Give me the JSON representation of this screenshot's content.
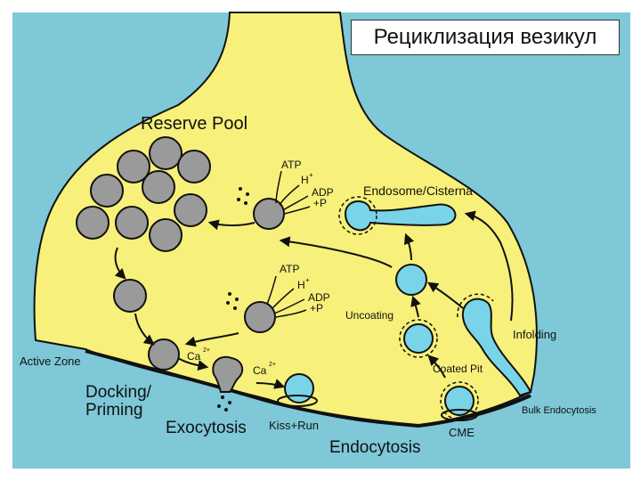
{
  "title": "Рециклизация везикул",
  "labels": {
    "reserve_pool": "Reserve Pool",
    "active_zone": "Active Zone",
    "docking": "Docking/",
    "priming": "Priming",
    "exocytosis": "Exocytosis",
    "kiss_run": "Kiss+Run",
    "endocytosis": "Endocytosis",
    "endosome": "Endosome/Cisterna",
    "uncoating": "Uncoating",
    "coated_pit": "Coated Pit",
    "cme": "CME",
    "infolding": "Infolding",
    "bulk": "Bulk Endocytosis",
    "atp1": "ATP",
    "h1": "H",
    "adp1": "ADP",
    "p1": "+P",
    "atp2": "ATP",
    "h2": "H",
    "adp2": "ADP",
    "p2": "+P",
    "ca1": "Ca",
    "ca2": "Ca",
    "sup_plus": "+",
    "sup_2plus": "2+"
  },
  "colors": {
    "background": "#7ec8d8",
    "terminal": "#f7f07a",
    "vesicle_gray": "#9a9a9a",
    "vesicle_cyan": "#7ad4e8",
    "outline": "#111111"
  }
}
